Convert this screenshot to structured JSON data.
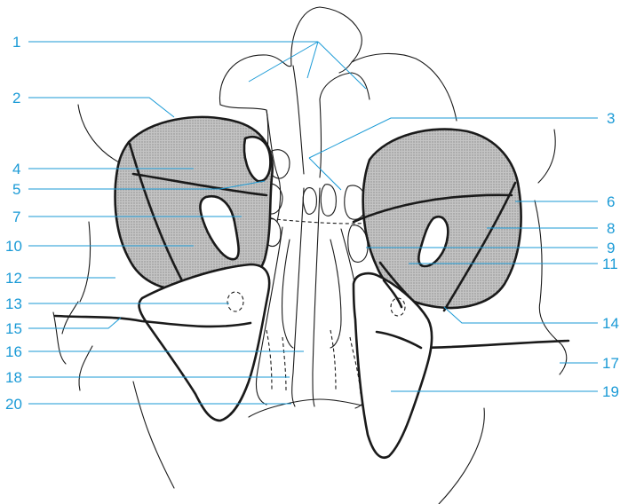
{
  "colors": {
    "label": "#1a9ad6",
    "ink": "#1a1a1a",
    "shading": "#b9b9b9"
  },
  "labels": {
    "l1": "1",
    "l2": "2",
    "l3": "3",
    "l4": "4",
    "l5": "5",
    "l6": "6",
    "l7": "7",
    "l8": "8",
    "l9": "9",
    "l10": "10",
    "l11": "11",
    "l12": "12",
    "l13": "13",
    "l14": "14",
    "l15": "15",
    "l16": "16",
    "l17": "17",
    "l18": "18",
    "l19": "19",
    "l20": "20"
  }
}
